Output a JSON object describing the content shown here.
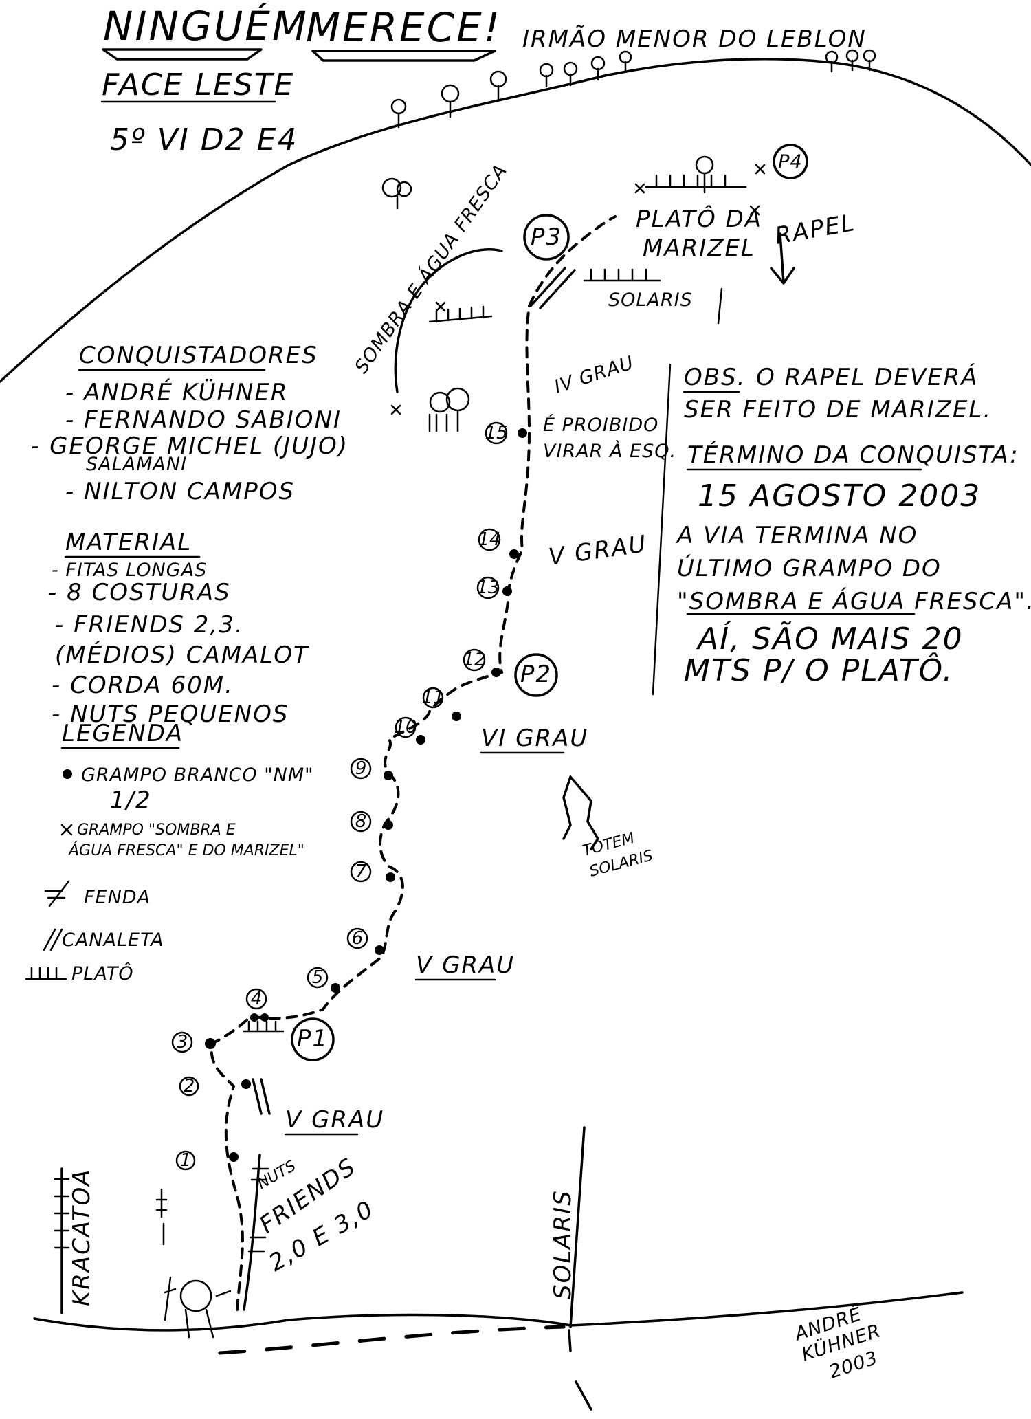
{
  "header": {
    "title_part1": "NINGUÉM",
    "title_part2": "MERECE!",
    "subtitle": "IRMÃO MENOR DO LEBLON",
    "face": "FACE LESTE",
    "grade": "5º VI D2 E4"
  },
  "conquistadores": {
    "heading": "CONQUISTADORES",
    "items": [
      "- ANDRÉ KÜHNER",
      "- FERNANDO SABIONI",
      "- GEORGE MICHEL (JUJO)",
      "SALAMANI",
      "- NILTON CAMPOS"
    ]
  },
  "material": {
    "heading": "MATERIAL",
    "items": [
      "- FITAS LONGAS",
      "- 8 COSTURAS",
      "- FRIENDS 2,3.",
      "(MÉDIOS) CAMALOT",
      "- CORDA 60M.",
      "- NUTS PEQUENOS"
    ]
  },
  "legend": {
    "heading": "LEGENDA",
    "items": [
      {
        "symbol": "white-bolt",
        "label": "GRAMPO BRANCO \"NM\"",
        "sub": "1/2"
      },
      {
        "symbol": "cross",
        "label": "GRAMPO \"SOMBRA E",
        "sub": "ÁGUA FRESCA\" E DO MARIZEL\""
      },
      {
        "symbol": "crack",
        "label": "FENDA",
        "sub": ""
      },
      {
        "symbol": "groove",
        "label": "CANALETA",
        "sub": ""
      },
      {
        "symbol": "ledge",
        "label": "PLATÔ",
        "sub": ""
      }
    ]
  },
  "notes": {
    "obs_label": "OBS.",
    "obs_lines": [
      "O RAPEL DEVERÁ",
      "SER FEITO DE MARIZEL."
    ],
    "end_label": "TÉRMINO DA CONQUISTA:",
    "end_date": "15 AGOSTO 2003",
    "finish_lines": [
      "A VIA TERMINA NO",
      "ÚLTIMO GRAMPO DO",
      "\"SOMBRA E ÁGUA FRESCA\".",
      "AÍ, SÃO MAIS 20",
      "MTS P/ O PLATÔ."
    ]
  },
  "topo": {
    "pitch_numbers": [
      "1",
      "2",
      "3",
      "4",
      "5",
      "6",
      "7",
      "8",
      "9",
      "10",
      "11",
      "12",
      "13",
      "14",
      "15"
    ],
    "belays": [
      "P1",
      "P2",
      "P3",
      "P4"
    ],
    "grades": [
      "V GRAU",
      "V GRAU",
      "VI GRAU",
      "V GRAU",
      "IV GRAU"
    ],
    "warning": [
      "É PROIBIDO",
      "VIRAR À ESQ."
    ],
    "plateau": [
      "PLATÔ DA",
      "MARIZEL"
    ],
    "rapel": "RAPEL",
    "solaris_top": "SOLARIS",
    "sombra_route": "SOMBRA E ÁGUA FRESCA",
    "totem": [
      "TOTEM",
      "SOLARIS"
    ],
    "nuts": "NUTS",
    "friends": [
      "FRIENDS",
      "2,0 E 3,0"
    ],
    "left_route": "KRACATOA",
    "right_route": "SOLARIS",
    "signature": [
      "ANDRÉ",
      "KÜHNER",
      "2003"
    ]
  }
}
